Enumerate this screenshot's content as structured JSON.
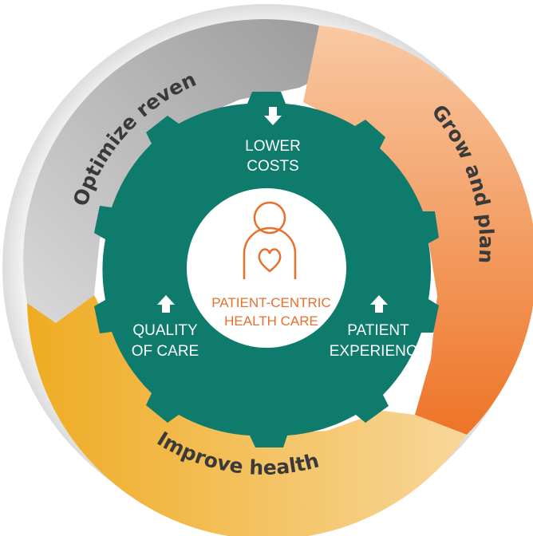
{
  "outer_segments": {
    "top_left": {
      "label": "Optimize revenue"
    },
    "right": {
      "label": "Grow and plan"
    },
    "bottom": {
      "label": "Improve health"
    }
  },
  "gear_items": {
    "top": {
      "line1": "LOWER",
      "line2": "COSTS",
      "arrow": "down-arrow-icon"
    },
    "left": {
      "line1": "QUALITY",
      "line2": "OF CARE",
      "arrow": "up-arrow-icon"
    },
    "right": {
      "line1": "PATIENT",
      "line2": "EXPERIENCE",
      "arrow": "up-arrow-icon"
    }
  },
  "center": {
    "line1": "PATIENT-CENTRIC",
    "line2": "HEALTH CARE",
    "icon": "person-heart-icon"
  },
  "colors": {
    "gear": "#0e7b6c",
    "orange_segment": "#f08a43",
    "yellow_segment": "#f2b43a",
    "gray_segment": "#aeadae",
    "center_text": "#e8702a",
    "label_text": "#3a3a3a"
  }
}
